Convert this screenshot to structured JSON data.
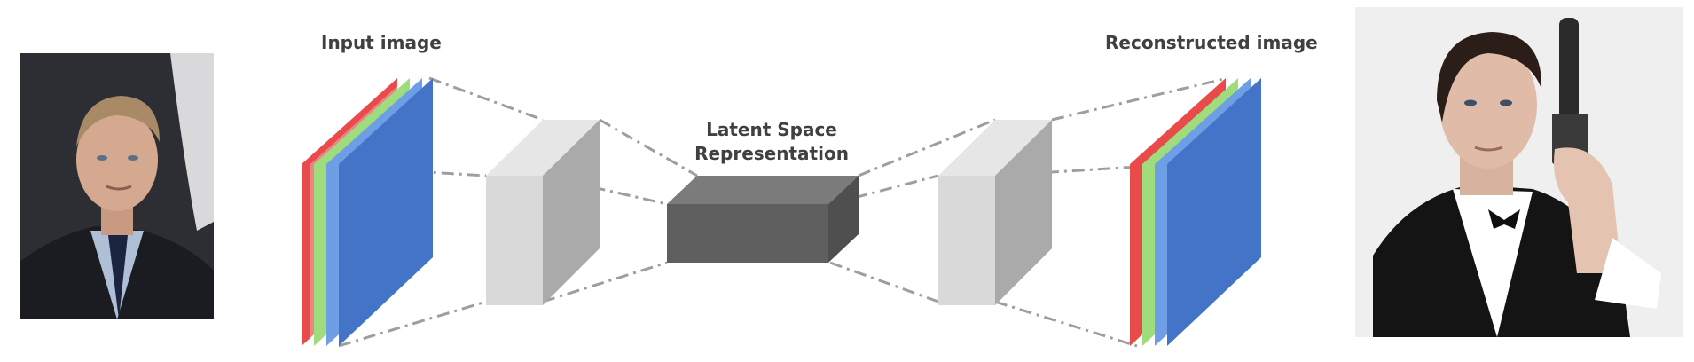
{
  "labels": {
    "input": "Input image",
    "reconstructed": "Reconstructed image",
    "latent_line1": "Latent Space",
    "latent_line2": "Representation"
  },
  "images": {
    "left": "photo of man in dark suit (input)",
    "right": "photo of man in tuxedo holding a pistol (reconstructed)"
  },
  "colors": {
    "red_channel": "#e94b4b",
    "green_channel": "#9edc7e",
    "light_blue_channel": "#6e9ee6",
    "blue_channel": "#4374c8",
    "hidden_block_front": "#d9d9d9",
    "hidden_block_side": "#aaaaaa",
    "latent_block_front": "#5f5f5f",
    "latent_block_top": "#7b7b7b",
    "connector_lines": "#9e9e9e",
    "label_text": "#404040"
  }
}
